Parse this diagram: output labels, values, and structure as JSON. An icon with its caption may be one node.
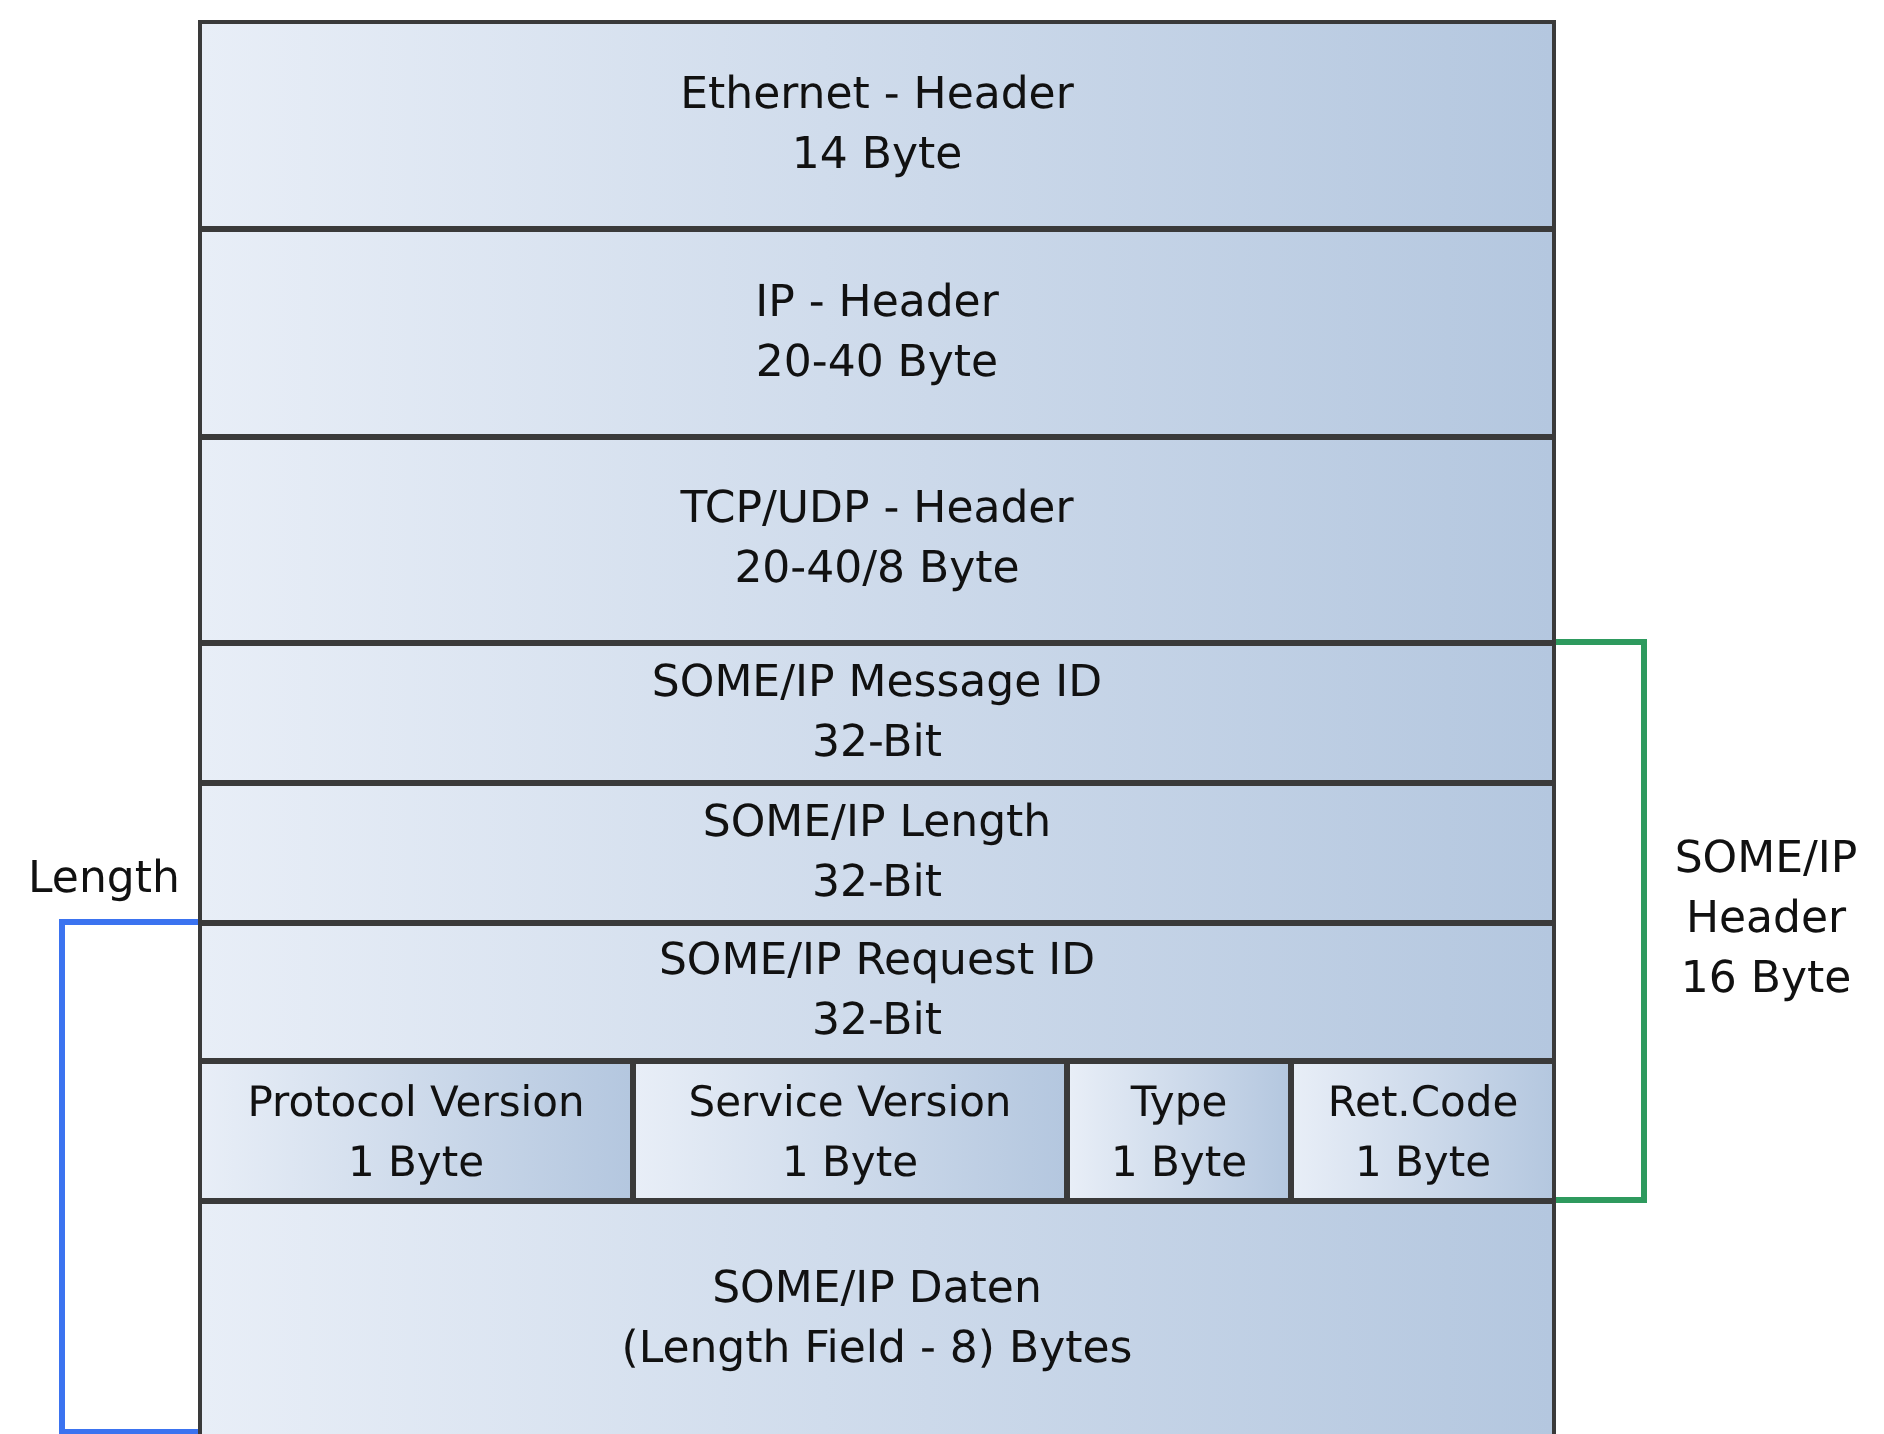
{
  "diagram": {
    "nodes": [
      {
        "text": [
          "Ethernet - Header",
          "14 Byte"
        ]
      },
      {
        "text": [
          "IP - Header",
          "20-40 Byte"
        ]
      },
      {
        "text": [
          "TCP/UDP - Header",
          "20-40/8 Byte"
        ]
      },
      {
        "text": [
          "SOME/IP Message ID",
          "32-Bit"
        ]
      },
      {
        "text": [
          "SOME/IP Length",
          "32-Bit"
        ]
      },
      {
        "text": [
          "SOME/IP Request ID",
          "32-Bit"
        ]
      },
      {
        "text": [
          "Protocol Version",
          "1 Byte"
        ]
      },
      {
        "text": [
          "Service Version",
          "1 Byte"
        ]
      },
      {
        "text": [
          "Type",
          "1 Byte"
        ]
      },
      {
        "text": [
          "Ret.Code",
          "1 Byte"
        ]
      },
      {
        "text": [
          "SOME/IP Daten",
          "(Length Field - 8) Bytes"
        ]
      }
    ],
    "labels": [
      "Length",
      "SOME/IP Header 16 Byte"
    ]
  }
}
